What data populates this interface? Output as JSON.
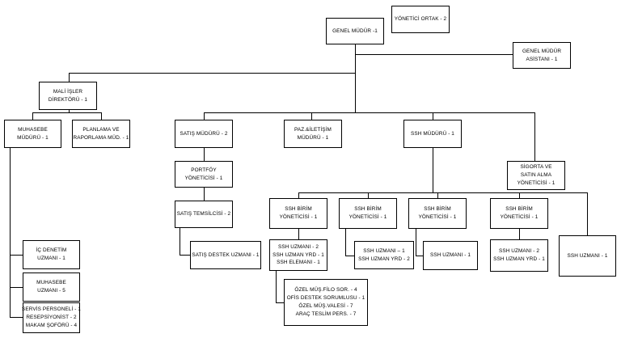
{
  "nodes": [
    {
      "id": "genel_mudur",
      "lines": [
        "GENEL MÜDÜR -1"
      ]
    },
    {
      "id": "yonetici_ortak",
      "lines": [
        "YÖNETİCİ ORTAK - 2"
      ]
    },
    {
      "id": "gm_asistani",
      "lines": [
        "GENEL MÜDÜR",
        "ASİSTANI - 1"
      ]
    },
    {
      "id": "mali_isler",
      "lines": [
        "MALİ İŞLER",
        "DİREKTÖRÜ - 1"
      ]
    },
    {
      "id": "muhasebe_muduru",
      "lines": [
        "MUHASEBE",
        "MÜDÜRÜ - 1"
      ]
    },
    {
      "id": "planlama",
      "lines": [
        "PLANLAMA VE",
        "RAPORLAMA MÜD. - 1"
      ]
    },
    {
      "id": "satis_muduru",
      "lines": [
        "SATIŞ MÜDÜRÜ - 2"
      ]
    },
    {
      "id": "paz_iletisim",
      "lines": [
        "PAZ.&İLETİŞİM",
        "MÜDÜRÜ - 1"
      ]
    },
    {
      "id": "ssh_muduru",
      "lines": [
        "SSH MÜDÜRÜ - 1"
      ]
    },
    {
      "id": "sigorta",
      "lines": [
        "SİGORTA VE",
        "SATIN ALMA",
        "YÖNETİCİSİ - 1"
      ]
    },
    {
      "id": "portfoy",
      "lines": [
        "PORTFÖY",
        "YÖNETİCİSİ - 1"
      ]
    },
    {
      "id": "satis_temsilcisi",
      "lines": [
        "SATIŞ TEMSİLCİSİ - 2"
      ]
    },
    {
      "id": "satis_destek",
      "lines": [
        "SATIŞ DESTEK UZMANI - 1"
      ]
    },
    {
      "id": "ssh_by1",
      "lines": [
        "SSH BİRİM",
        "YÖNETİCİSİ - 1"
      ]
    },
    {
      "id": "ssh_by2",
      "lines": [
        "SSH BİRİM",
        "YÖNETİCİSİ - 1"
      ]
    },
    {
      "id": "ssh_by3",
      "lines": [
        "SSH BİRİM",
        "YÖNETİCİSİ - 1"
      ]
    },
    {
      "id": "ssh_by4",
      "lines": [
        "SSH BİRİM",
        "YÖNETİCİSİ - 1"
      ]
    },
    {
      "id": "ssh_uzmani_right",
      "lines": [
        "SSH UZMANI - 1"
      ]
    },
    {
      "id": "ssh_team1",
      "lines": [
        "SSH UZMANI - 2",
        "SSH UZMAN YRD - 1",
        "SSH ELEMANI - 1"
      ]
    },
    {
      "id": "ssh_team2",
      "lines": [
        "SSH UZMANI – 1",
        "SSH UZMAN YRD - 2"
      ]
    },
    {
      "id": "ssh_team3",
      "lines": [
        "SSH UZMANI - 1"
      ]
    },
    {
      "id": "ssh_team4",
      "lines": [
        "SSH UZMANI - 2",
        "SSH UZMAN YRD - 1"
      ]
    },
    {
      "id": "ozel_team",
      "lines": [
        "ÖZEL MÜŞ.FİLO SOR. - 4",
        "OFİS DESTEK SORUMLUSU - 1",
        "ÖZEL MÜŞ.VALESİ - 7",
        "ARAÇ TESLİM PERS. - 7"
      ]
    },
    {
      "id": "ic_denetim",
      "lines": [
        "İÇ DENETİM",
        "UZMANI - 1"
      ]
    },
    {
      "id": "muhasebe_uzmani",
      "lines": [
        "MUHASEBE",
        "UZMANI - 5"
      ]
    },
    {
      "id": "servis",
      "lines": [
        "SERVİS PERSONELİ - 1",
        "RESEPSİYONİST - 2",
        "MAKAM ŞOFÖRÜ - 4"
      ]
    }
  ],
  "colors": {
    "line": "#000000",
    "box_border": "#000000",
    "box_fill": "#ffffff"
  }
}
